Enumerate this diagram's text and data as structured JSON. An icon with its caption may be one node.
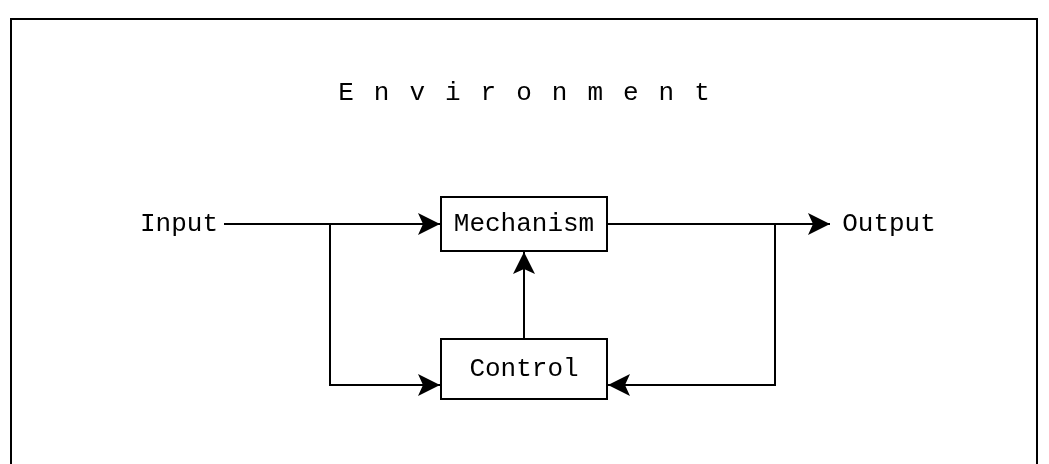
{
  "diagram": {
    "nodes": [
      {
        "text": [
          "Environment"
        ]
      },
      {
        "text": [
          "Input"
        ],
        "in": 0
      },
      {
        "text": [
          "Mechanism"
        ],
        "in": 0
      },
      {
        "text": [
          "Output"
        ],
        "in": 0
      },
      {
        "text": [
          "Control"
        ],
        "in": 0
      }
    ],
    "edges": [
      {
        "from": 1,
        "to": 2,
        "arrow": "to"
      },
      {
        "from": 1,
        "to": 4,
        "arrow": "to"
      },
      {
        "from": 2,
        "to": 3,
        "arrow": "to"
      },
      {
        "from": 2,
        "to": 4,
        "arrow": "to"
      },
      {
        "from": 4,
        "to": 2,
        "arrow": "to"
      }
    ]
  }
}
